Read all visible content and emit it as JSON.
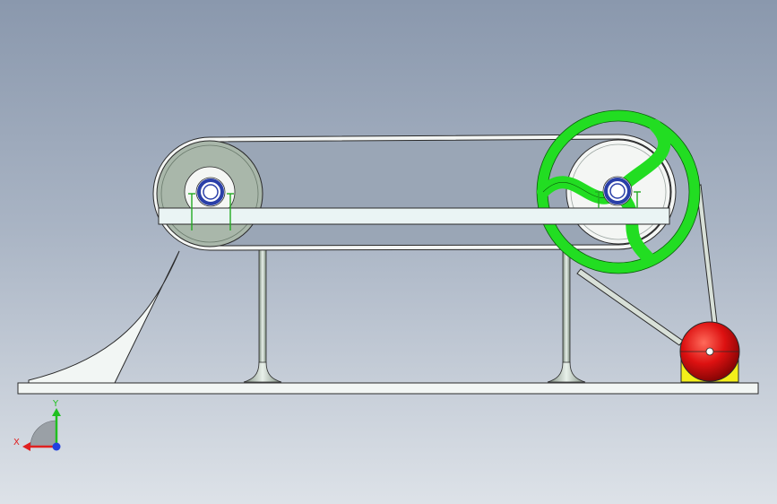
{
  "viewport": {
    "background_top": "#8a98ad",
    "background_bottom": "#dde2e8"
  },
  "model": {
    "parts": [
      {
        "name": "base-plate",
        "color": "#f2f6f4"
      },
      {
        "name": "support-ramp",
        "color": "#f2f6f4"
      },
      {
        "name": "table-plate",
        "color": "#eaf4f4"
      },
      {
        "name": "left-pulley",
        "color": "#a9b7aa"
      },
      {
        "name": "right-pulley",
        "color": "#f4f6f4"
      },
      {
        "name": "handwheel",
        "color": "#22dd22"
      },
      {
        "name": "motor-sphere",
        "color": "#dd1111"
      },
      {
        "name": "motor-base",
        "color": "#f4ef1a"
      },
      {
        "name": "bearing",
        "color": "#2a3fa8"
      },
      {
        "name": "flat-belt",
        "color": "#f4f6f4"
      },
      {
        "name": "v-belt",
        "color": "#d8e0d8"
      }
    ]
  },
  "triad": {
    "x_label": "X",
    "y_label": "Y",
    "x_color": "#e02020",
    "y_color": "#20c020",
    "z_color": "#2040e0"
  }
}
